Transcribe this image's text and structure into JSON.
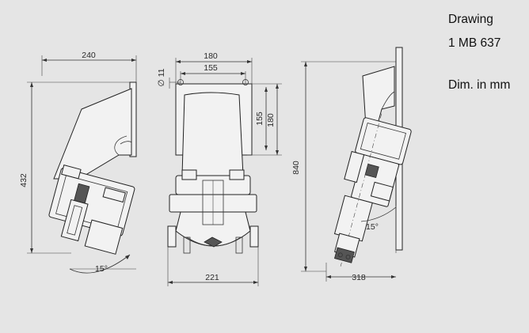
{
  "info": {
    "line1": "Drawing",
    "line2": "1 MB 637",
    "line3": "Dim. in mm"
  },
  "side_view": {
    "width_label": "240",
    "height_label": "432",
    "angle_label": "15°"
  },
  "front_view": {
    "top_width_label": "180",
    "hole_spacing_label": "155",
    "hole_vertical_label": "155",
    "height_label": "180",
    "bottom_width_label": "221",
    "hole_diameter_label": "∅ 11"
  },
  "right_view": {
    "height_label": "840",
    "depth_label": "318",
    "angle_label": "15°"
  }
}
